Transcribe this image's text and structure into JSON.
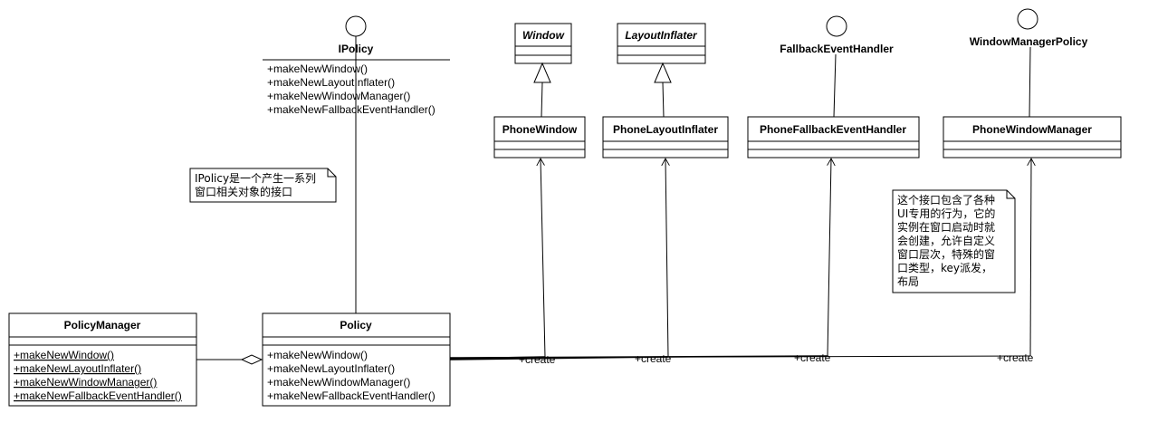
{
  "interfaces": {
    "ipolicy": {
      "name": "IPolicy",
      "methods": [
        "+makeNewWindow()",
        "+makeNewLayoutInflater()",
        "+makeNewWindowManager()",
        "+makeNewFallbackEventHandler()"
      ]
    },
    "fallback_event_handler": {
      "name": "FallbackEventHandler"
    },
    "window_manager_policy": {
      "name": "WindowManagerPolicy"
    }
  },
  "abstract_classes": {
    "window": {
      "name": "Window"
    },
    "layout_inflater": {
      "name": "LayoutInflater"
    }
  },
  "classes": {
    "phone_window": {
      "name": "PhoneWindow"
    },
    "phone_layout_inflater": {
      "name": "PhoneLayoutInflater"
    },
    "phone_fallback_event_handler": {
      "name": "PhoneFallbackEventHandler"
    },
    "phone_window_manager": {
      "name": "PhoneWindowManager"
    },
    "policy_manager": {
      "name": "PolicyManager",
      "methods": [
        "+makeNewWindow()",
        "+makeNewLayoutInflater()",
        "+makeNewWindowManager()",
        "+makeNewFallbackEventHandler()"
      ]
    },
    "policy": {
      "name": "Policy",
      "methods": [
        "+makeNewWindow()",
        "+makeNewLayoutInflater()",
        "+makeNewWindowManager()",
        "+makeNewFallbackEventHandler()"
      ]
    }
  },
  "notes": {
    "ipolicy_note": "IPolicy是一个产生一系列\n窗口相关对象的接口",
    "wmp_note": "这个接口包含了各种\nUI专用的行为，它的\n实例在窗口启动时就\n会创建，允许自定义\n窗口层次，特殊的窗\n口类型，key派发，\n布局"
  },
  "relations": {
    "create_label": "+create"
  }
}
